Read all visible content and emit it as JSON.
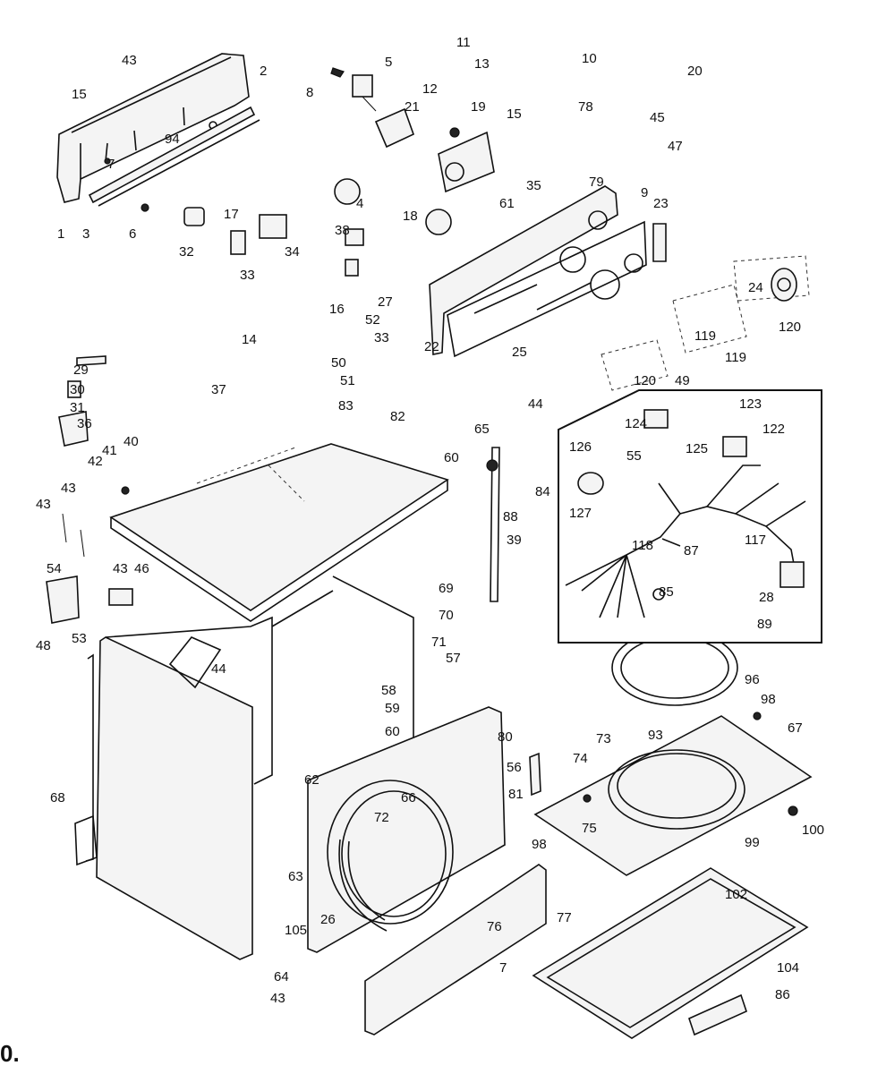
{
  "figure_mark": "0.",
  "inset_labels": [
    "123",
    "124",
    "122",
    "126",
    "55",
    "125",
    "127",
    "118",
    "117",
    "87",
    "85",
    "28",
    "89"
  ],
  "labels": [
    "43",
    "15",
    "1",
    "3",
    "6",
    "32",
    "7",
    "94",
    "2",
    "5",
    "8",
    "12",
    "21",
    "19",
    "15",
    "11",
    "10",
    "13",
    "20",
    "78",
    "45",
    "47",
    "79",
    "9",
    "23",
    "35",
    "61",
    "18",
    "38",
    "33",
    "34",
    "4",
    "17",
    "16",
    "27",
    "52",
    "33",
    "22",
    "25",
    "24",
    "120",
    "119",
    "119",
    "120",
    "49",
    "14",
    "29",
    "30",
    "31",
    "36",
    "37",
    "50",
    "51",
    "83",
    "82",
    "44",
    "65",
    "60",
    "84",
    "88",
    "39",
    "40",
    "41",
    "42",
    "43",
    "43",
    "54",
    "43",
    "46",
    "48",
    "53",
    "44",
    "68",
    "69",
    "70",
    "71",
    "57",
    "58",
    "59",
    "60",
    "62",
    "66",
    "72",
    "80",
    "73",
    "56",
    "74",
    "81",
    "75",
    "93",
    "96",
    "98",
    "67",
    "100",
    "99",
    "98",
    "63",
    "105",
    "26",
    "76",
    "77",
    "7",
    "102",
    "104",
    "86",
    "64",
    "43"
  ]
}
